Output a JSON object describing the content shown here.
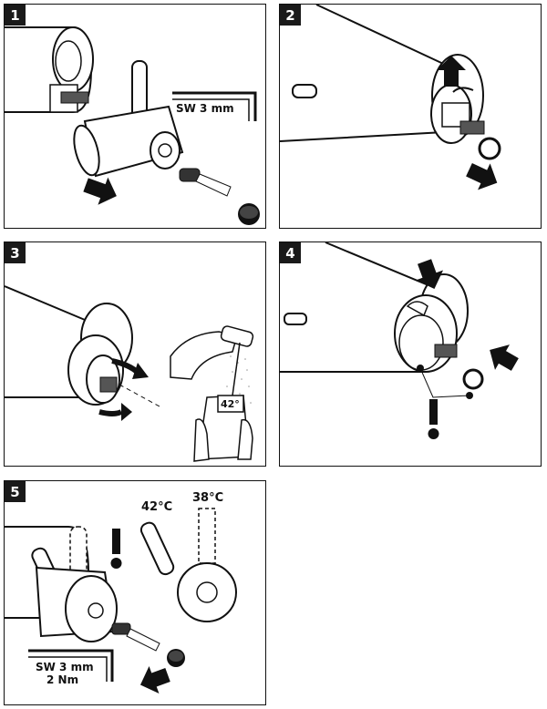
{
  "steps": [
    {
      "number": "1",
      "wrench_label": "SW 3 mm"
    },
    {
      "number": "2"
    },
    {
      "number": "3",
      "display_temp": "42°"
    },
    {
      "number": "4"
    },
    {
      "number": "5",
      "temp_left": "42°C",
      "temp_right": "38°C",
      "wrench_label": "SW 3 mm",
      "torque_label": "2 Nm"
    }
  ],
  "icons": [
    "arrow-right-icon",
    "arrow-up-icon",
    "rotate-arrows-icon",
    "exclamation-icon",
    "thermometer-icon",
    "shower-head-icon",
    "wrench-icon"
  ]
}
